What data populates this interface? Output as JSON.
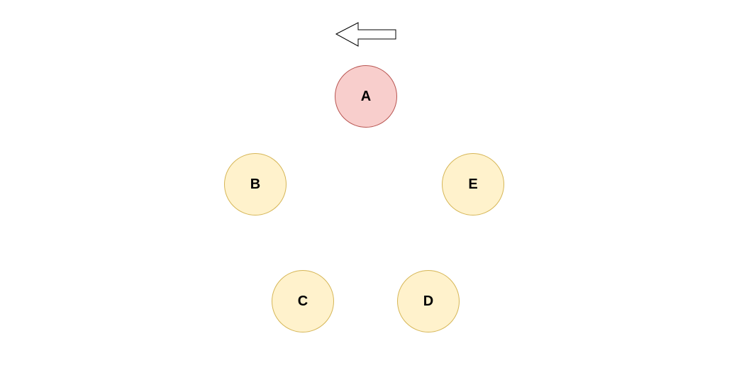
{
  "diagram": {
    "nodes": [
      {
        "id": "A",
        "label": "A",
        "state": "highlighted"
      },
      {
        "id": "B",
        "label": "B",
        "state": "normal"
      },
      {
        "id": "C",
        "label": "C",
        "state": "normal"
      },
      {
        "id": "D",
        "label": "D",
        "state": "normal"
      },
      {
        "id": "E",
        "label": "E",
        "state": "normal"
      }
    ],
    "arrow": {
      "direction": "left",
      "icon": "left-arrow-icon"
    },
    "colors": {
      "highlight_fill": "#f8cecc",
      "highlight_stroke": "#b85450",
      "normal_fill": "#fff2cc",
      "normal_stroke": "#d6b656"
    }
  }
}
